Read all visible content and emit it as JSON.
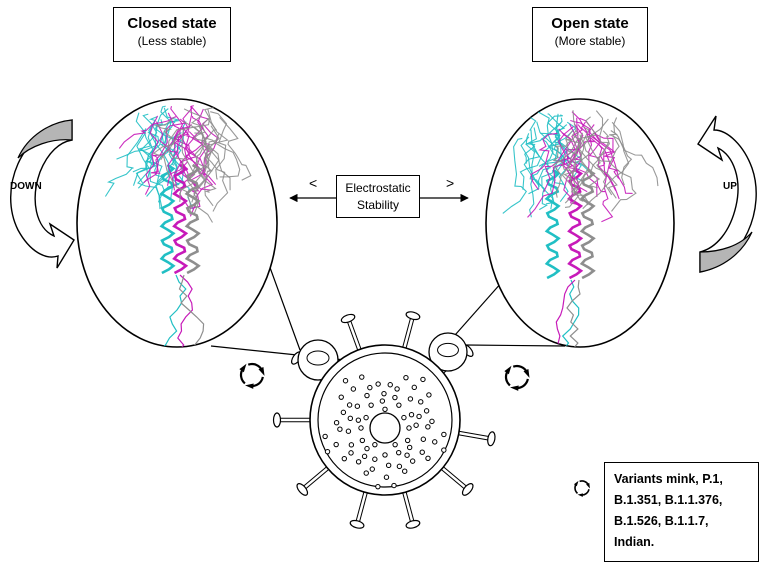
{
  "closed_state": {
    "title": "Closed state",
    "subtitle": "(Less stable)"
  },
  "open_state": {
    "title": "Open state",
    "subtitle": "(More stable)"
  },
  "stability": {
    "line1": "Electrostatic",
    "line2": "Stability",
    "left_symbol": "<",
    "right_symbol": ">"
  },
  "rotation_left": {
    "label": "DOWN"
  },
  "rotation_right": {
    "label": "UP"
  },
  "variants": {
    "line1": "Variants mink, P.1,",
    "line2": "B.1.351, B.1.1.376,",
    "line3": "B.1.526, B.1.1.7,",
    "line4": "Indian."
  },
  "colors": {
    "chain_a": "#21bfc4",
    "chain_b": "#c71ab9",
    "chain_c": "#8e8e8e",
    "arrow_fill": "#b5b5b5",
    "outline": "#000000"
  },
  "icons": [
    "cycle-arrows-icon",
    "curved-arrow-down-icon",
    "curved-arrow-up-icon",
    "virus-particle-icon",
    "spike-protein-icon"
  ]
}
